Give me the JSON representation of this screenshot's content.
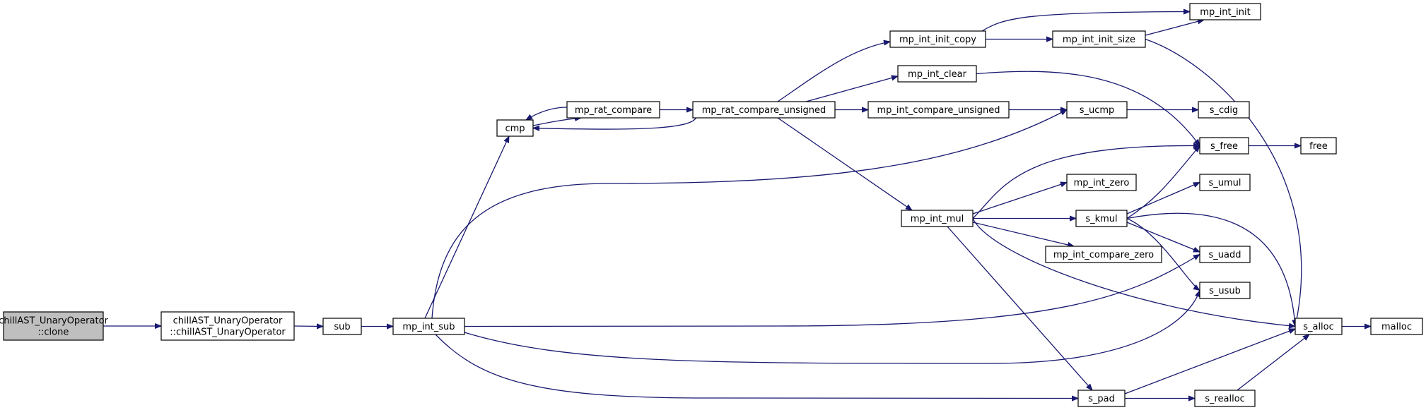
{
  "graph": {
    "nodes": [
      {
        "id": "clone",
        "lines": [
          "chillAST_UnaryOperator",
          "::clone"
        ],
        "root": true
      },
      {
        "id": "ctor",
        "lines": [
          "chillAST_UnaryOperator",
          "::chillAST_UnaryOperator"
        ]
      },
      {
        "id": "sub",
        "lines": [
          "sub"
        ]
      },
      {
        "id": "mp_int_sub",
        "lines": [
          "mp_int_sub"
        ]
      },
      {
        "id": "cmp",
        "lines": [
          "cmp"
        ]
      },
      {
        "id": "mp_rat_compare",
        "lines": [
          "mp_rat_compare"
        ]
      },
      {
        "id": "mp_rat_compare_unsigned",
        "lines": [
          "mp_rat_compare_unsigned"
        ]
      },
      {
        "id": "mp_int_init_copy",
        "lines": [
          "mp_int_init_copy"
        ]
      },
      {
        "id": "mp_int_init",
        "lines": [
          "mp_int_init"
        ]
      },
      {
        "id": "mp_int_init_size",
        "lines": [
          "mp_int_init_size"
        ]
      },
      {
        "id": "mp_int_clear",
        "lines": [
          "mp_int_clear"
        ]
      },
      {
        "id": "mp_int_compare_unsigned",
        "lines": [
          "mp_int_compare_unsigned"
        ]
      },
      {
        "id": "s_ucmp",
        "lines": [
          "s_ucmp"
        ]
      },
      {
        "id": "s_cdig",
        "lines": [
          "s_cdig"
        ]
      },
      {
        "id": "s_free",
        "lines": [
          "s_free"
        ]
      },
      {
        "id": "free",
        "lines": [
          "free"
        ]
      },
      {
        "id": "mp_int_zero",
        "lines": [
          "mp_int_zero"
        ]
      },
      {
        "id": "s_umul",
        "lines": [
          "s_umul"
        ]
      },
      {
        "id": "mp_int_mul",
        "lines": [
          "mp_int_mul"
        ]
      },
      {
        "id": "s_kmul",
        "lines": [
          "s_kmul"
        ]
      },
      {
        "id": "mp_int_compare_zero",
        "lines": [
          "mp_int_compare_zero"
        ]
      },
      {
        "id": "s_uadd",
        "lines": [
          "s_uadd"
        ]
      },
      {
        "id": "s_usub",
        "lines": [
          "s_usub"
        ]
      },
      {
        "id": "s_alloc",
        "lines": [
          "s_alloc"
        ]
      },
      {
        "id": "malloc",
        "lines": [
          "malloc"
        ]
      },
      {
        "id": "s_pad",
        "lines": [
          "s_pad"
        ]
      },
      {
        "id": "s_realloc",
        "lines": [
          "s_realloc"
        ]
      }
    ],
    "edges": [
      [
        "clone",
        "ctor"
      ],
      [
        "ctor",
        "sub"
      ],
      [
        "sub",
        "mp_int_sub"
      ],
      [
        "mp_int_sub",
        "cmp"
      ],
      [
        "mp_int_sub",
        "s_ucmp"
      ],
      [
        "mp_int_sub",
        "s_uadd"
      ],
      [
        "mp_int_sub",
        "s_usub"
      ],
      [
        "mp_int_sub",
        "s_pad"
      ],
      [
        "cmp",
        "mp_rat_compare"
      ],
      [
        "mp_rat_compare",
        "cmp"
      ],
      [
        "mp_rat_compare",
        "mp_rat_compare_unsigned"
      ],
      [
        "mp_rat_compare_unsigned",
        "cmp"
      ],
      [
        "mp_rat_compare_unsigned",
        "mp_int_init_copy"
      ],
      [
        "mp_rat_compare_unsigned",
        "mp_int_clear"
      ],
      [
        "mp_rat_compare_unsigned",
        "mp_int_compare_unsigned"
      ],
      [
        "mp_rat_compare_unsigned",
        "mp_int_mul"
      ],
      [
        "mp_int_init_copy",
        "mp_int_init"
      ],
      [
        "mp_int_init_copy",
        "mp_int_init_size"
      ],
      [
        "mp_int_init_size",
        "mp_int_init"
      ],
      [
        "mp_int_init_size",
        "s_alloc"
      ],
      [
        "mp_int_clear",
        "s_free"
      ],
      [
        "mp_int_compare_unsigned",
        "s_ucmp"
      ],
      [
        "s_ucmp",
        "s_cdig"
      ],
      [
        "s_free",
        "free"
      ],
      [
        "mp_int_mul",
        "s_free"
      ],
      [
        "mp_int_mul",
        "mp_int_zero"
      ],
      [
        "mp_int_mul",
        "s_kmul"
      ],
      [
        "mp_int_mul",
        "mp_int_compare_zero"
      ],
      [
        "mp_int_mul",
        "s_alloc"
      ],
      [
        "mp_int_mul",
        "s_pad"
      ],
      [
        "s_kmul",
        "s_free"
      ],
      [
        "s_kmul",
        "s_umul"
      ],
      [
        "s_kmul",
        "s_uadd"
      ],
      [
        "s_kmul",
        "s_usub"
      ],
      [
        "s_kmul",
        "s_alloc"
      ],
      [
        "s_alloc",
        "malloc"
      ],
      [
        "s_pad",
        "s_alloc"
      ],
      [
        "s_pad",
        "s_realloc"
      ],
      [
        "s_realloc",
        "s_alloc"
      ]
    ]
  },
  "colors": {
    "edge": "#191970",
    "root_fill": "#bfbfbf",
    "node_fill": "#ffffff",
    "border": "#000000"
  }
}
